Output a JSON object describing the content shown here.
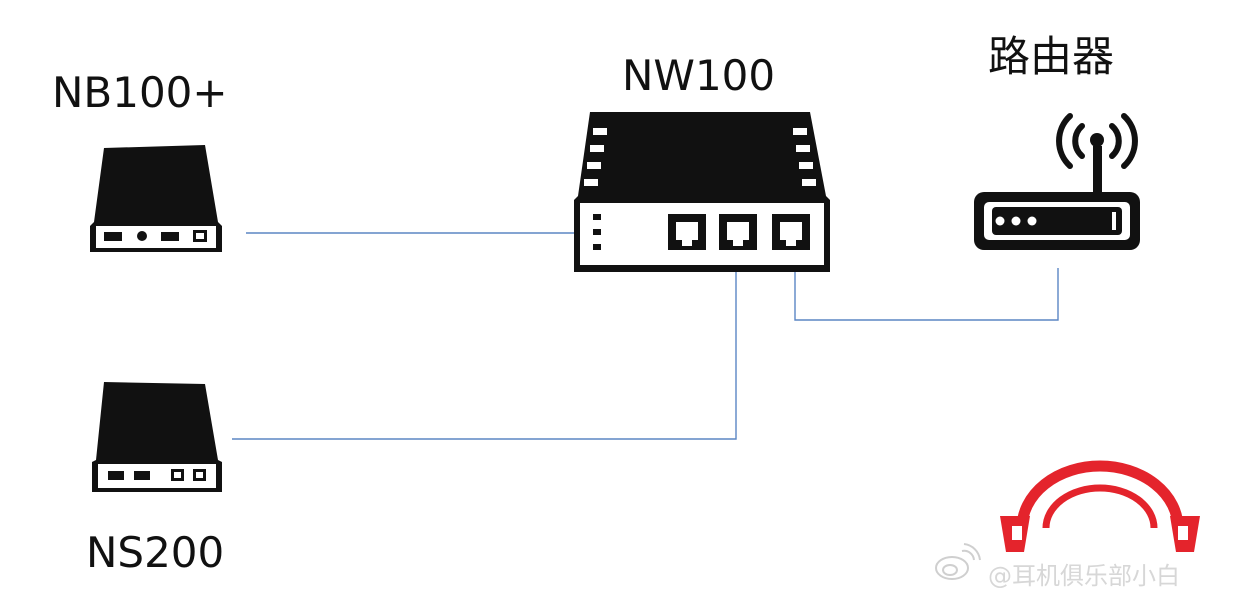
{
  "labels": {
    "nb100": "NB100+",
    "nw100": "NW100",
    "router": "路由器",
    "ns200": "NS200"
  },
  "watermark": {
    "text": "@耳机俱乐部小白"
  },
  "colors": {
    "line": "#5b86c4",
    "device": "#111111",
    "logo": "#e4242c"
  },
  "icons": [
    "nb100-device-icon",
    "nw100-switch-icon",
    "router-icon",
    "ns200-device-icon",
    "headphone-logo-icon",
    "weibo-icon"
  ]
}
